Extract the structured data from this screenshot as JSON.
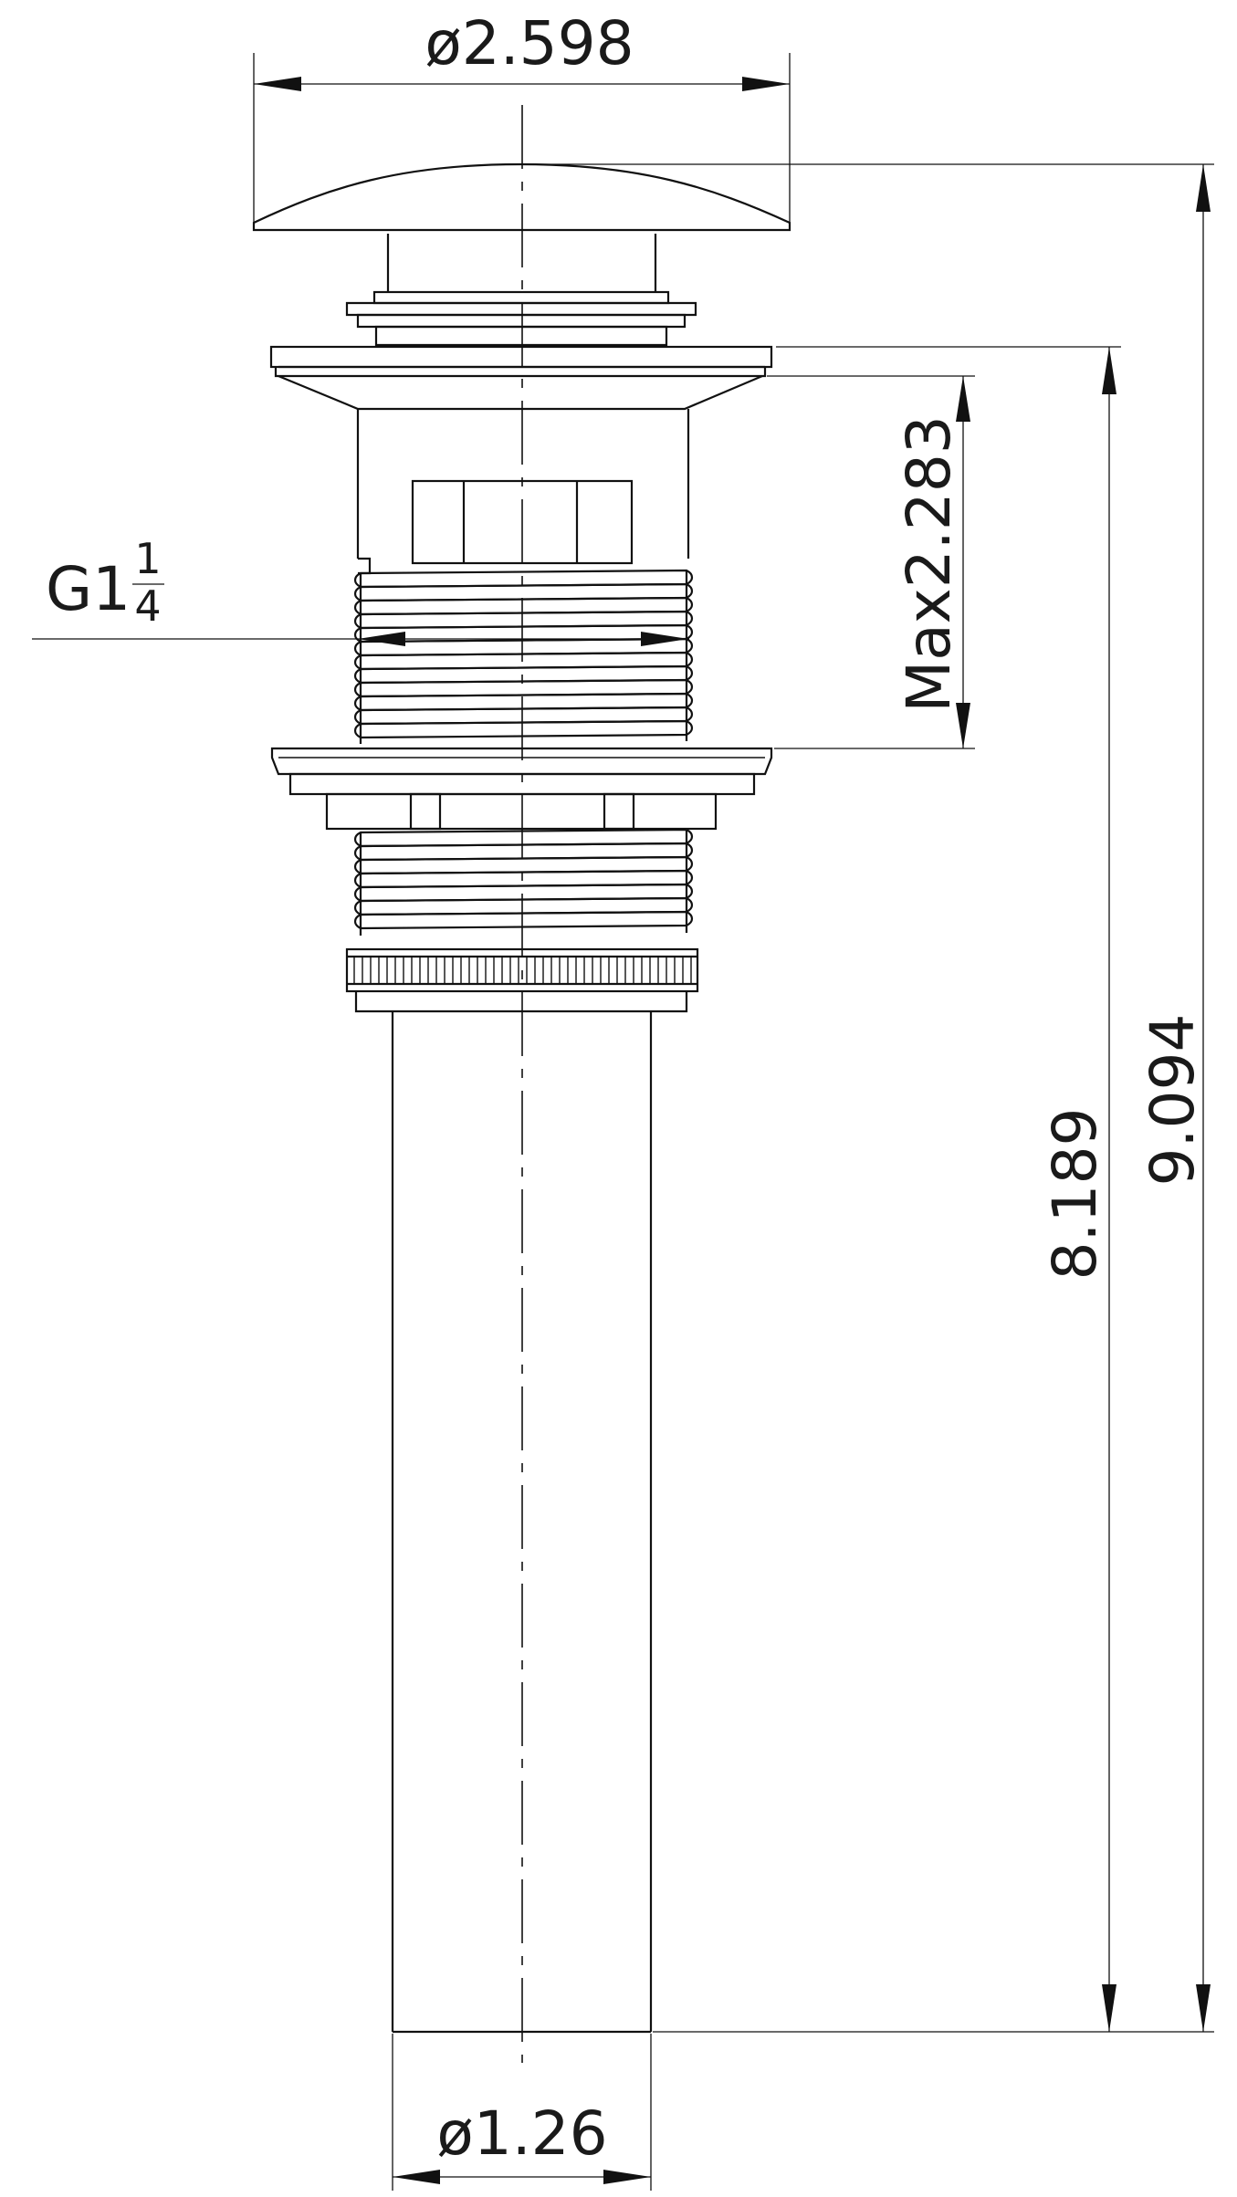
{
  "drawing": {
    "top_diameter": "ø2.598",
    "thread_spec": {
      "main": "G1",
      "numerator": "1",
      "denominator": "4"
    },
    "max_thickness": "Max2.283",
    "body_height": "8.189",
    "overall_height": "9.094",
    "tail_diameter": "ø1.26"
  }
}
